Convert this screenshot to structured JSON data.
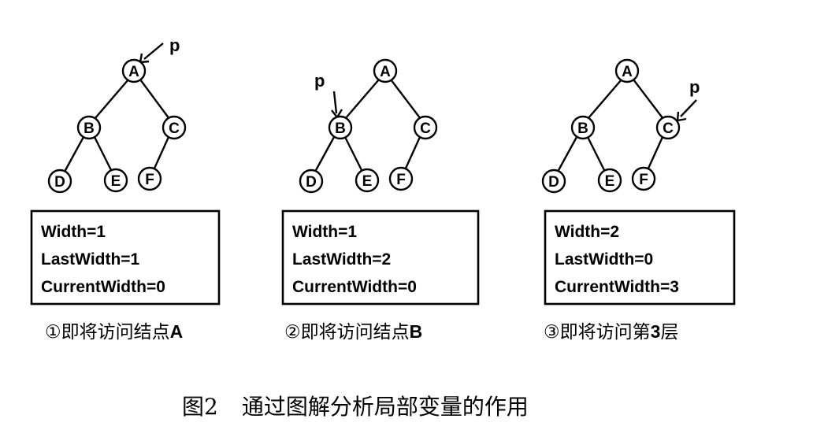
{
  "figure": {
    "title_number": "图2",
    "title_text": "通过图解分析局部变量的作用"
  },
  "pointer_label": "p",
  "panels": [
    {
      "pointer_at": "A",
      "nodes": {
        "A": "A",
        "B": "B",
        "C": "C",
        "D": "D",
        "E": "E",
        "F": "F"
      },
      "vars": [
        "Width=1",
        "LastWidth=1",
        "CurrentWidth=0"
      ],
      "caption": {
        "text": "①即将访问结点",
        "latin": "A"
      }
    },
    {
      "pointer_at": "B",
      "nodes": {
        "A": "A",
        "B": "B",
        "C": "C",
        "D": "D",
        "E": "E",
        "F": "F"
      },
      "vars": [
        "Width=1",
        "LastWidth=2",
        "CurrentWidth=0"
      ],
      "caption": {
        "text": "②即将访问结点",
        "latin": "B"
      }
    },
    {
      "pointer_at": "C",
      "nodes": {
        "A": "A",
        "B": "B",
        "C": "C",
        "D": "D",
        "E": "E",
        "F": "F"
      },
      "vars": [
        "Width=2",
        "LastWidth=0",
        "CurrentWidth=3"
      ],
      "caption": {
        "text": "③即将访问第",
        "latin": "3",
        "text_after": "层"
      }
    }
  ]
}
